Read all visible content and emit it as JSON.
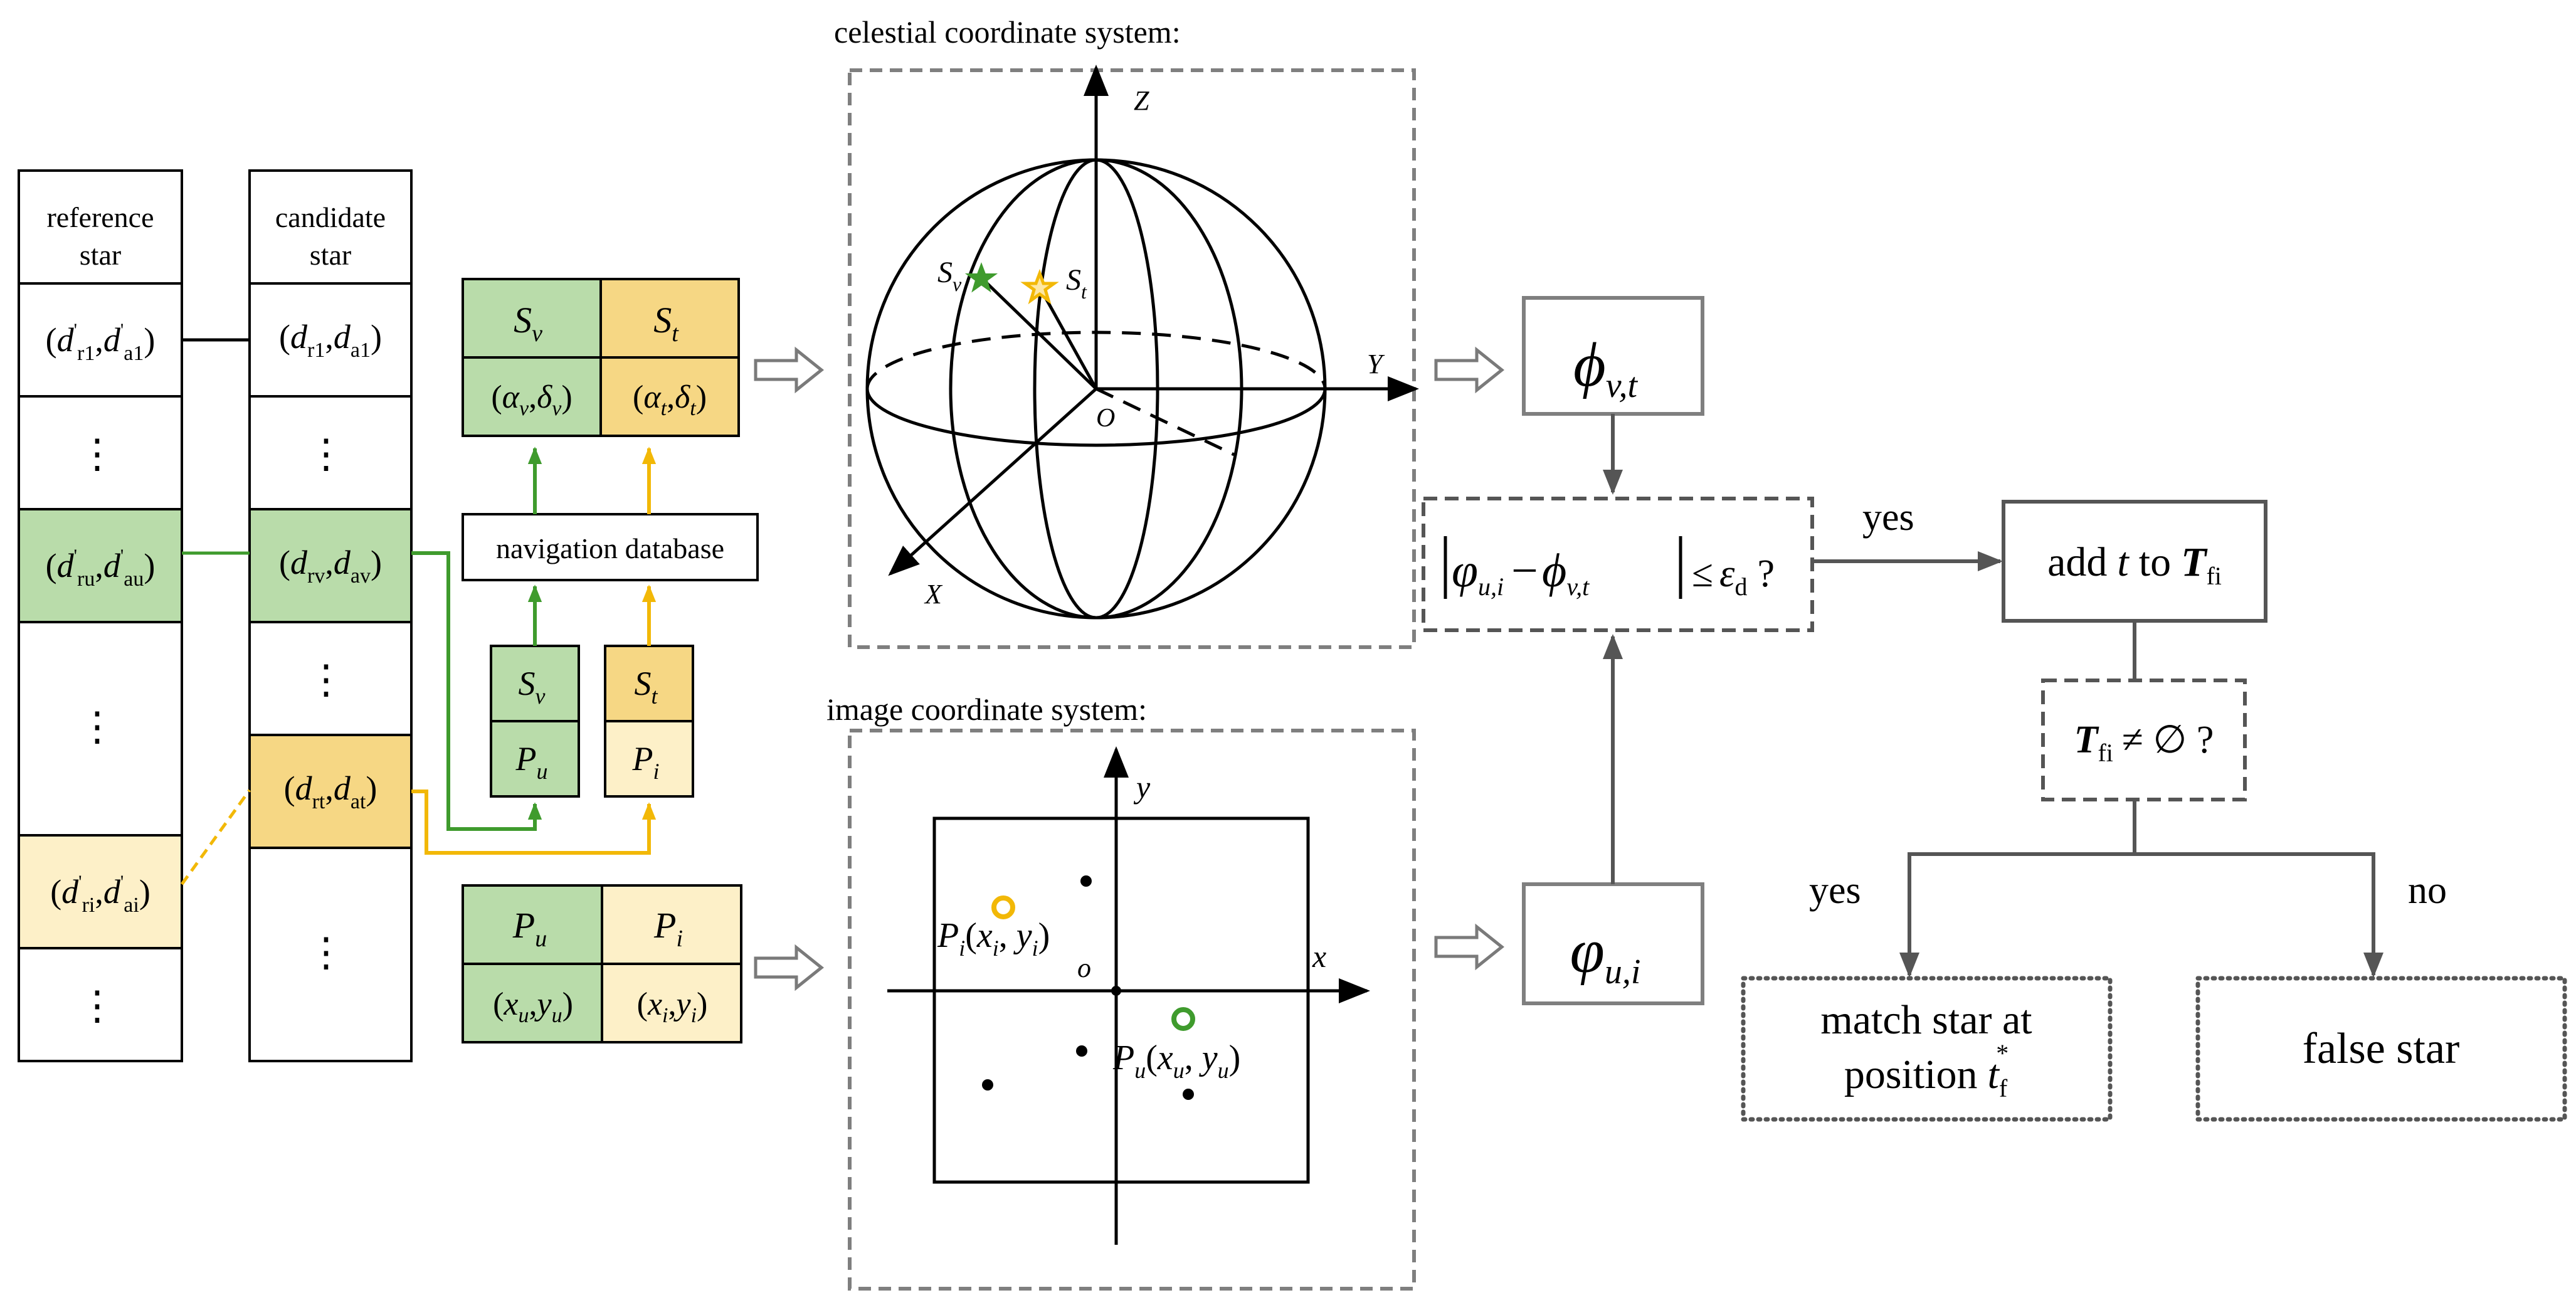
{
  "colors": {
    "green_fill": "#b9dcaa",
    "yellow_fill": "#f6d784",
    "light_yellow_fill": "#fdf0c8",
    "green_line": "#3f9b2d",
    "yellow_line": "#f2b807",
    "dashed_border": "#7f7f7f",
    "arrow_gray": "#555555"
  },
  "reference_table": {
    "header": [
      "reference",
      "star"
    ],
    "rows": [
      {
        "d": "d",
        "s1": "r1",
        "s2": "a1",
        "prime": "'",
        "fill": "none"
      },
      {
        "dots": "⋮"
      },
      {
        "d": "d",
        "s1": "ru",
        "s2": "au",
        "prime": "'",
        "fill": "green"
      },
      {
        "dots": "⋮"
      },
      {
        "d": "d",
        "s1": "ri",
        "s2": "ai",
        "prime": "'",
        "fill": "light_yellow"
      },
      {
        "dots": "⋮"
      }
    ]
  },
  "candidate_table": {
    "header": [
      "candidate",
      "star"
    ],
    "rows": [
      {
        "d": "d",
        "s1": "r1",
        "s2": "a1",
        "fill": "none"
      },
      {
        "dots": "⋮"
      },
      {
        "d": "d",
        "s1": "rv",
        "s2": "av",
        "fill": "green"
      },
      {
        "dots": "⋮"
      },
      {
        "d": "d",
        "s1": "rt",
        "s2": "at",
        "fill": "yellow"
      },
      {
        "dots": "⋮"
      }
    ]
  },
  "star_table": {
    "cols": [
      {
        "name": "S",
        "sub": "v",
        "alpha": "α",
        "alpha_sub": "v",
        "delta": "δ",
        "delta_sub": "v"
      },
      {
        "name": "S",
        "sub": "t",
        "alpha": "α",
        "alpha_sub": "t",
        "delta": "δ",
        "delta_sub": "t"
      }
    ]
  },
  "navigation_database": "navigation database",
  "mini_boxes": [
    {
      "top": "S",
      "top_sub": "v",
      "bottom": "P",
      "bottom_sub": "u"
    },
    {
      "top": "S",
      "top_sub": "t",
      "bottom": "P",
      "bottom_sub": "i"
    }
  ],
  "point_table": {
    "cols": [
      {
        "name": "P",
        "sub": "u",
        "x": "x",
        "x_sub": "u",
        "y": "y",
        "y_sub": "u"
      },
      {
        "name": "P",
        "sub": "i",
        "x": "x",
        "x_sub": "i",
        "y": "y",
        "y_sub": "i"
      }
    ]
  },
  "celestial": {
    "title": "celestial coordinate system:",
    "axis_z": "Z",
    "axis_y": "Y",
    "axis_x": "X",
    "origin": "O",
    "star_v": "S",
    "star_v_sub": "v",
    "star_t": "S",
    "star_t_sub": "t"
  },
  "image_cs": {
    "title": "image coordinate system:",
    "axis_x": "x",
    "axis_y": "y",
    "origin": "o",
    "pi_label": {
      "P": "P",
      "sub": "i",
      "x": "x",
      "xs": "i",
      "y": "y",
      "ys": "i"
    },
    "pu_label": {
      "P": "P",
      "sub": "u",
      "x": "x",
      "xs": "u",
      "y": "y",
      "ys": "u"
    }
  },
  "phi_box": {
    "sym": "ϕ",
    "sub": "v,t"
  },
  "varphi_box": {
    "sym": "φ",
    "sub": "u,i"
  },
  "condition": {
    "varphi": "φ",
    "vsub": "u,i",
    "minus": "−",
    "phi": "ϕ",
    "psub": "v,t",
    "leq": "≤",
    "eps": "ε",
    "eps_sub": "d",
    "q": "?"
  },
  "yes_label_1": "yes",
  "add_box": {
    "text": "add",
    "t": "t",
    "to": "to",
    "T": "T",
    "T_sub": "fi"
  },
  "empty_check": {
    "T": "T",
    "T_sub": "fi",
    "neq": "≠ ∅ ?"
  },
  "yes_label_2": "yes",
  "no_label": "no",
  "match_box": {
    "line1": "match star at",
    "line2": "position",
    "t": "t",
    "t_sub": "f",
    "t_sup": "*"
  },
  "false_box": "false star"
}
